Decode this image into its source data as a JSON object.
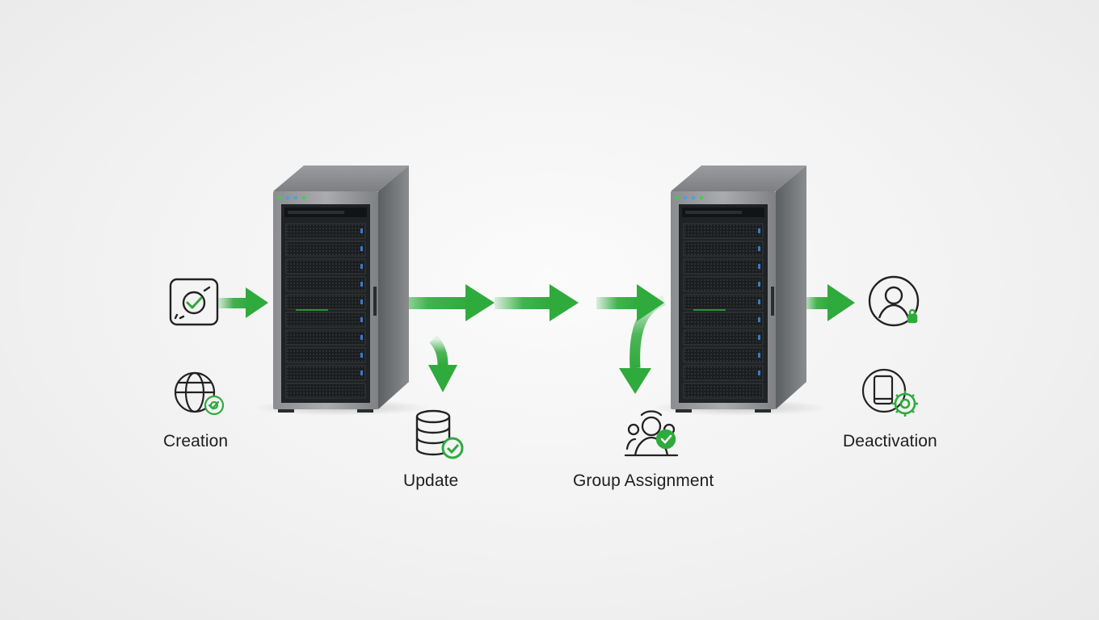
{
  "stages": {
    "creation": {
      "label": "Creation",
      "icon": "badge-check-icon"
    },
    "update": {
      "label": "Update",
      "icon": "database-check-icon"
    },
    "group_assignment": {
      "label": "Group Assignment",
      "icon": "group-check-icon"
    },
    "deactivation": {
      "label": "Deactivation",
      "icon": "user-lock-icon"
    }
  },
  "colors": {
    "accent_green": "#2faa3c",
    "server_body": "#6f7174",
    "server_front": "#1f2224",
    "icon_stroke": "#222222",
    "label_text": "#1e1e1e",
    "background": "#f2f2f2"
  }
}
